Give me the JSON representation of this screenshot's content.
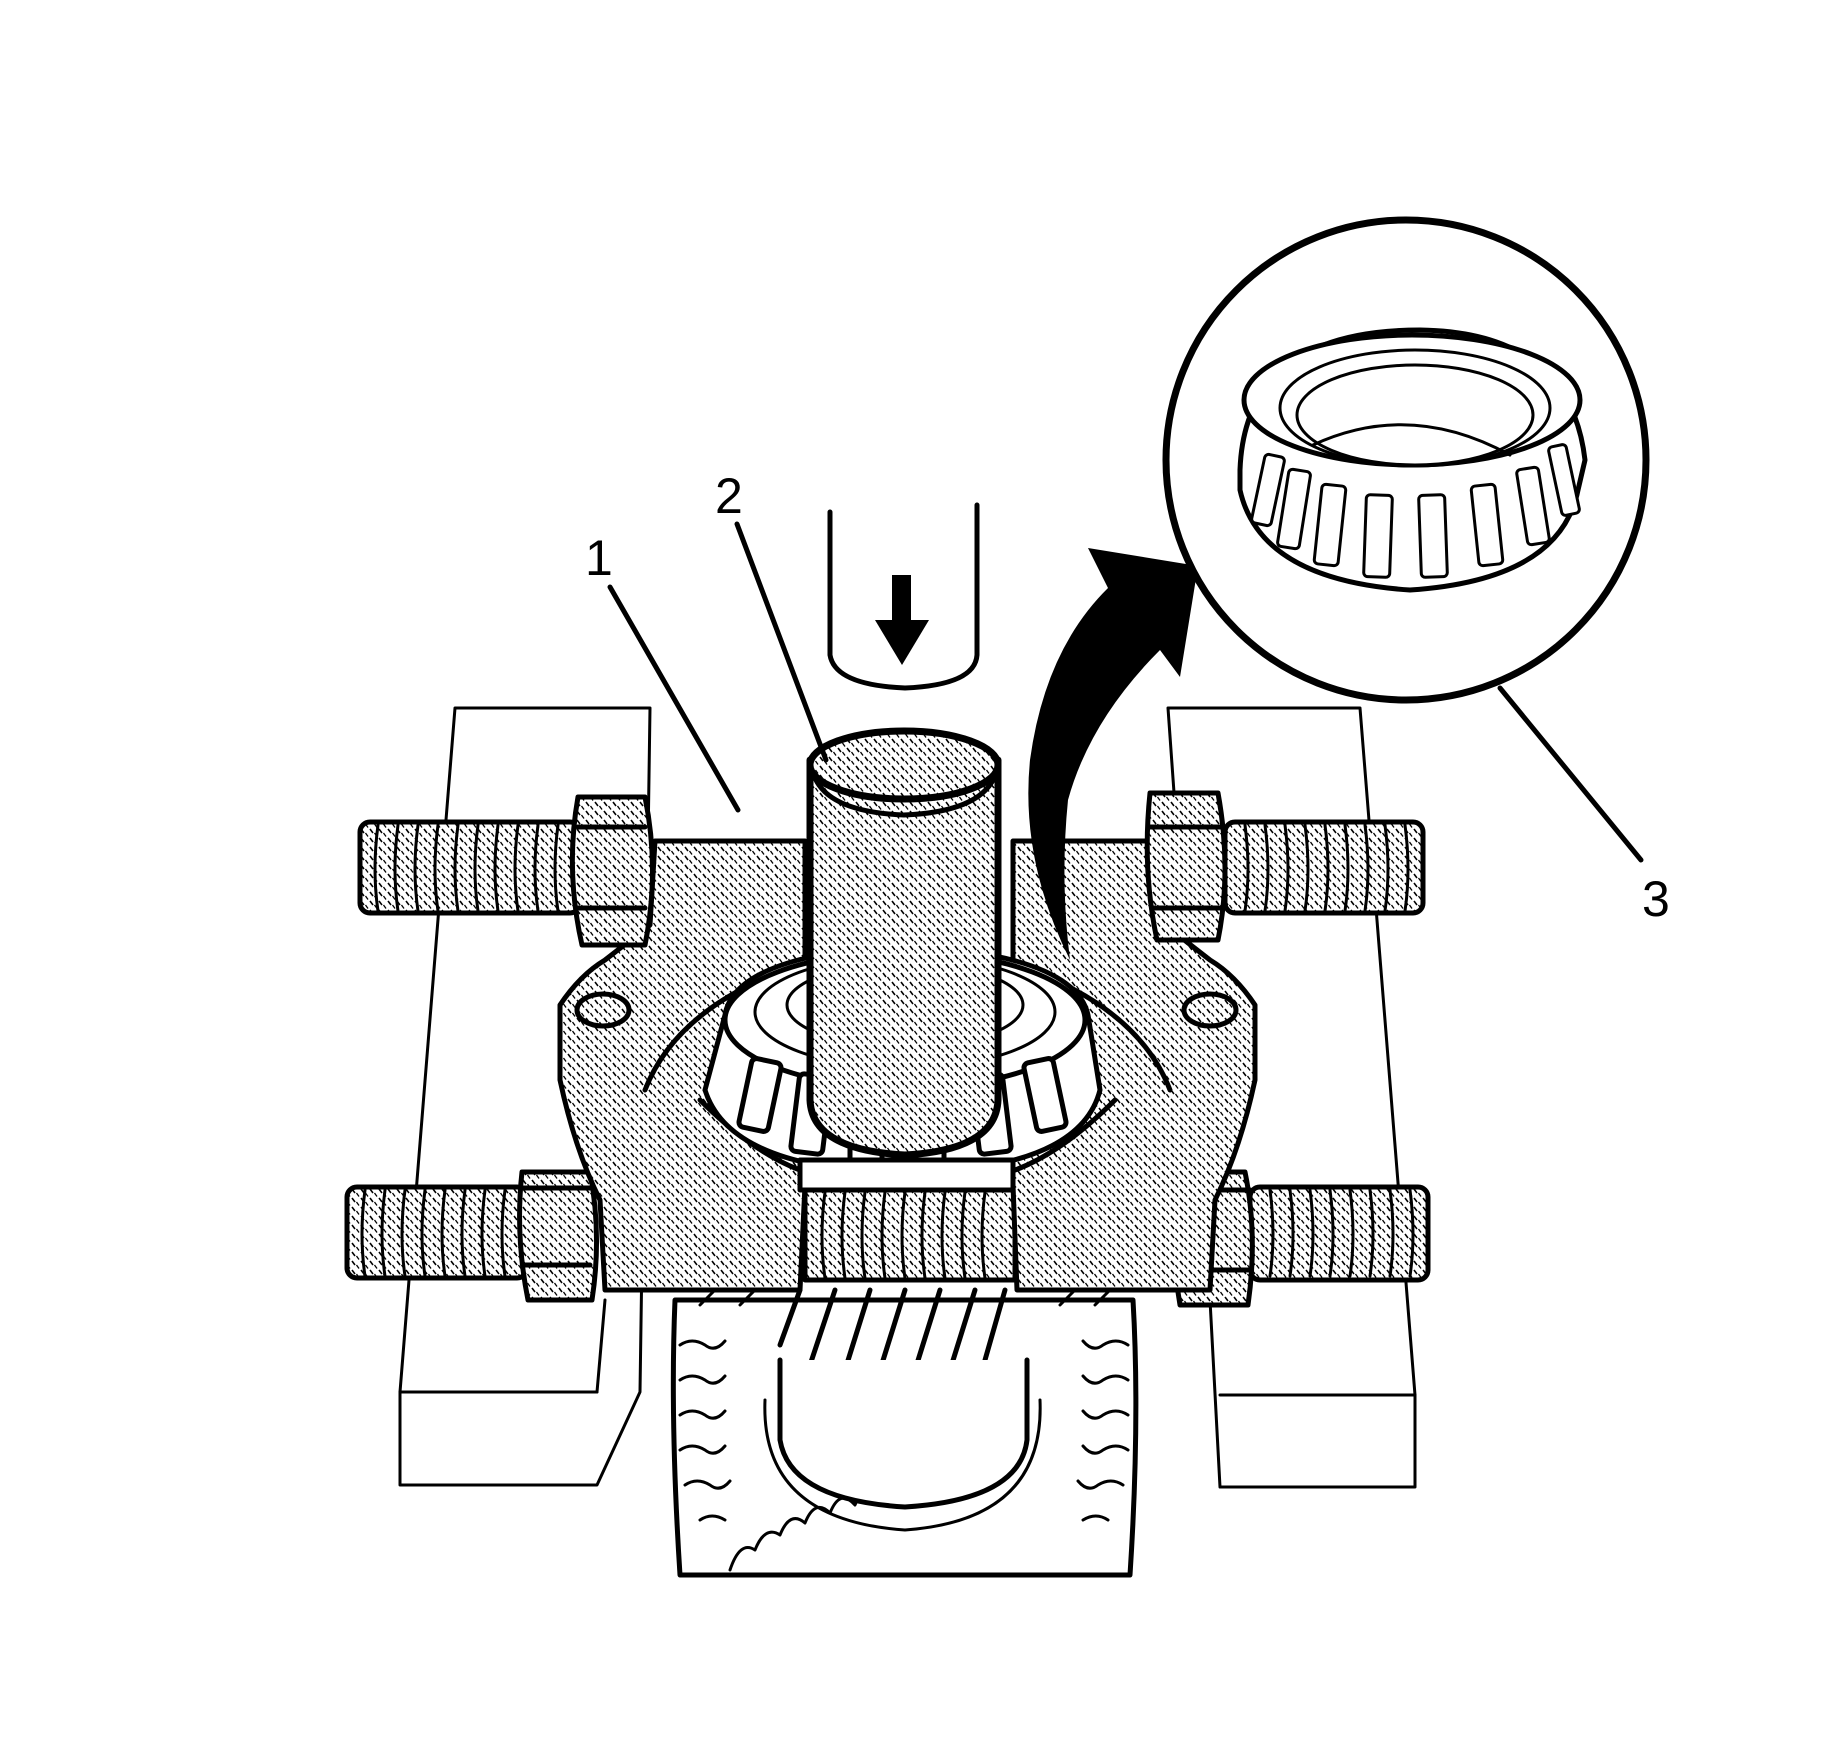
{
  "figure": {
    "description": "Bearing removal using a bearing separator in a press",
    "callouts": [
      {
        "number": "1",
        "part": "bearing-separator"
      },
      {
        "number": "2",
        "part": "shaft"
      },
      {
        "number": "3",
        "part": "tapered-roller-bearing"
      }
    ],
    "arrows": {
      "press_direction": "down",
      "removal_direction": "up-right toward detail circle"
    },
    "colors": {
      "line": "#000000",
      "background": "#ffffff",
      "stipple": "#000000"
    }
  }
}
